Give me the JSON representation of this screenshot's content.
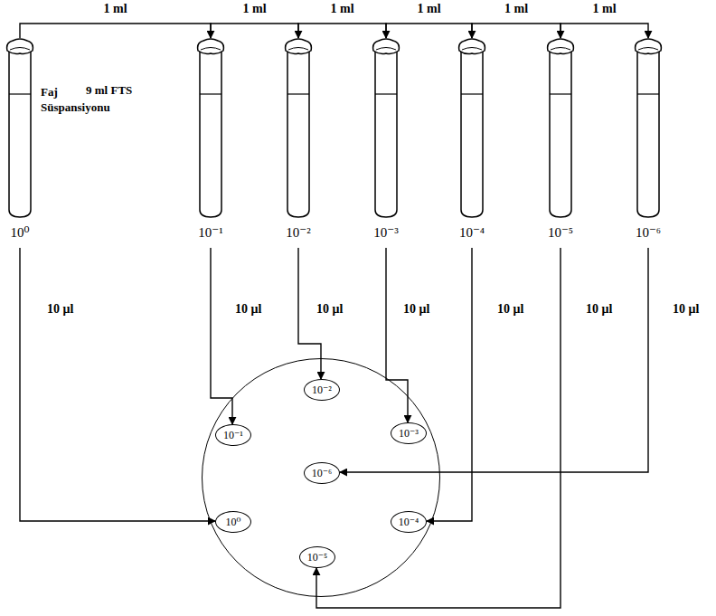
{
  "diagram": {
    "nodes": [
      {
        "text": [
          "Faj Süspansiyonu",
          "10⁰"
        ]
      },
      {
        "text": [
          "10⁻¹"
        ]
      },
      {
        "text": [
          "10⁻²"
        ]
      },
      {
        "text": [
          "10⁻³"
        ]
      },
      {
        "text": [
          "10⁻⁴"
        ]
      },
      {
        "text": [
          "10⁻⁵"
        ]
      },
      {
        "text": [
          "10⁻⁶"
        ]
      },
      {
        "text": []
      },
      {
        "text": [
          "10⁻²"
        ],
        "in": 7
      },
      {
        "text": [
          "10⁻¹"
        ],
        "in": 7
      },
      {
        "text": [
          "10⁻³"
        ],
        "in": 7
      },
      {
        "text": [
          "10⁻⁶"
        ],
        "in": 7
      },
      {
        "text": [
          "10⁰"
        ],
        "in": 7
      },
      {
        "text": [
          "10⁻⁴"
        ],
        "in": 7
      },
      {
        "text": [
          "10⁻⁵"
        ],
        "in": 7
      }
    ],
    "edges": [
      {
        "from": 0,
        "to": 1,
        "label": "1 ml",
        "arrow": "to"
      },
      {
        "from": 1,
        "to": 2,
        "label": "1 ml",
        "arrow": "to"
      },
      {
        "from": 2,
        "to": 3,
        "label": "1 ml",
        "arrow": "to"
      },
      {
        "from": 3,
        "to": 4,
        "label": "1 ml",
        "arrow": "to"
      },
      {
        "from": 4,
        "to": 5,
        "label": "1 ml",
        "arrow": "to"
      },
      {
        "from": 5,
        "to": 6,
        "label": "1 ml",
        "arrow": "to"
      },
      {
        "from": 0,
        "to": 12,
        "label": "10 μl",
        "arrow": "to"
      },
      {
        "from": 1,
        "to": 9,
        "label": "10 μl",
        "arrow": "to"
      },
      {
        "from": 2,
        "to": 8,
        "label": "10 μl",
        "arrow": "to"
      },
      {
        "from": 3,
        "to": 10,
        "label": "10 μl",
        "arrow": "to"
      },
      {
        "from": 4,
        "to": 13,
        "label": "10 μl",
        "arrow": "to"
      },
      {
        "from": 5,
        "to": 14,
        "label": "10 μl",
        "arrow": "to"
      },
      {
        "from": 6,
        "to": 11,
        "label": "10 μl",
        "arrow": "to"
      }
    ],
    "labels": [
      "9 ml FTS"
    ]
  }
}
